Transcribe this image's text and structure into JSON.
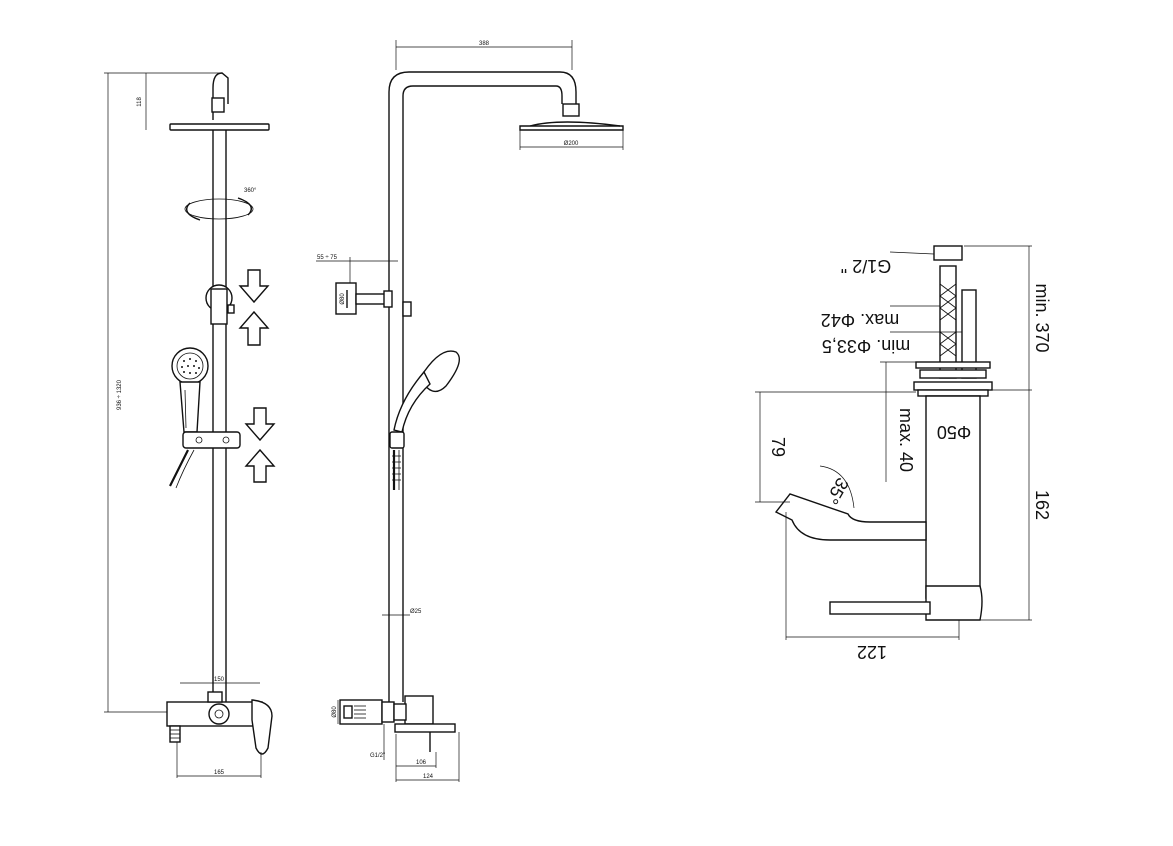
{
  "front_view": {
    "height_range": "936 ÷ 1320",
    "head_offset": "118",
    "rotation": "360°",
    "mixer_width": "150",
    "mixer_base": "165"
  },
  "side_view": {
    "arm_length": "388",
    "head_diameter": "Ø200",
    "bracket_range": "55 ÷ 75",
    "bracket_diameter": "Ø80",
    "rail_diameter": "Ø25",
    "mixer_diameter": "Ø80",
    "inlet": "G1/2\"",
    "spout_106": "106",
    "spout_124": "124"
  },
  "basin_mixer": {
    "thread": "G1/2 \"",
    "hose_min": "min. 370",
    "hole_max": "max. Φ42",
    "hole_min": "min. Φ33,5",
    "deck_max": "max. 40",
    "body_diameter": "Φ50",
    "spout_height": "79",
    "angle": "35°",
    "body_height": "162",
    "spout_reach": "122"
  }
}
